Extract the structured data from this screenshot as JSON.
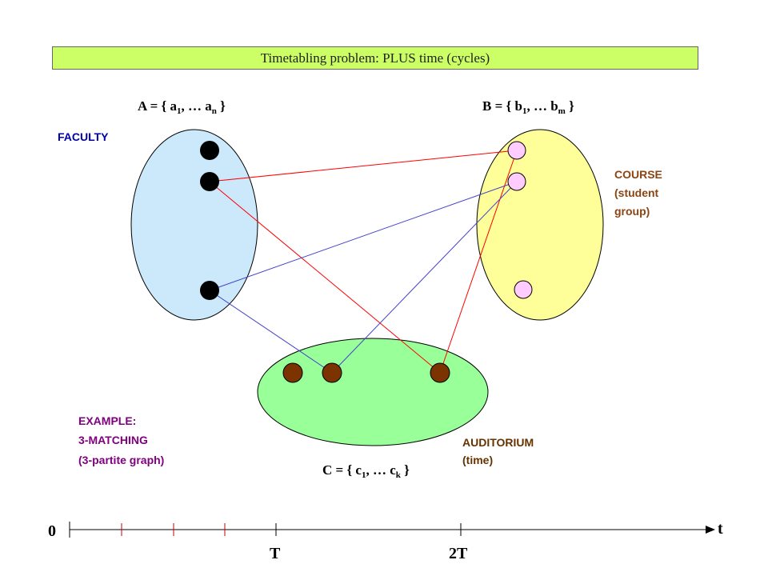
{
  "title": "Timetabling problem: PLUS time (cycles)",
  "set_a": {
    "main": "A = { a",
    "sub1": "1",
    "mid": ", … a",
    "sub2": "n",
    "end": " }"
  },
  "set_b": {
    "main": "B = { b",
    "sub1": "1",
    "mid": ", … b",
    "sub2": "m",
    "end": " }"
  },
  "set_c": {
    "main": "C = { c",
    "sub1": "1",
    "mid": ", … c",
    "sub2": "k",
    "end": " }"
  },
  "labels": {
    "faculty": "FACULTY",
    "course_lines": [
      "COURSE",
      "(student",
      "group)"
    ],
    "auditorium_lines": [
      "AUDITORIUM",
      "(time)"
    ],
    "example_lines": [
      "EXAMPLE:",
      "3-MATCHING",
      "(3-partite graph)"
    ]
  },
  "timeline": {
    "zero": "0",
    "t": "t",
    "T": "T",
    "twoT": "2T"
  },
  "colors": {
    "title_bg": "#ccff66",
    "faculty_set": "#cce8fb",
    "course_set": "#ffff99",
    "auditorium_set": "#99ff99",
    "faculty_node": "#000000",
    "course_node": "#ffccff",
    "auditorium_node": "#7b3300",
    "edge_red": "#ff0000",
    "edge_blue": "#4444cc",
    "faculty_text": "#0000aa",
    "course_text": "#8b4513",
    "auditorium_text": "#663300",
    "example_text": "#800080",
    "tick_red": "#cc0000"
  }
}
